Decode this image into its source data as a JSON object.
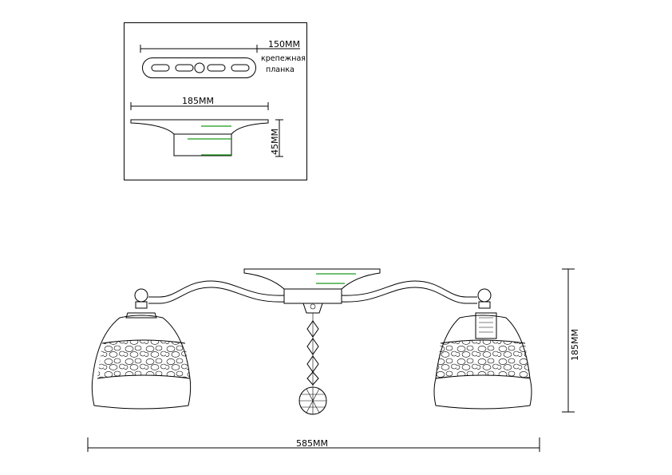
{
  "inset": {
    "plate_dimension": "150ММ",
    "plate_label_line1": "крепежная",
    "plate_label_line2": "планка",
    "canopy_width": "185ММ",
    "canopy_height": "45ММ"
  },
  "main": {
    "overall_height": "185ММ",
    "overall_width": "585ММ"
  },
  "colors": {
    "line": "#000000",
    "accent": "#1a9a1a",
    "background": "#ffffff"
  }
}
